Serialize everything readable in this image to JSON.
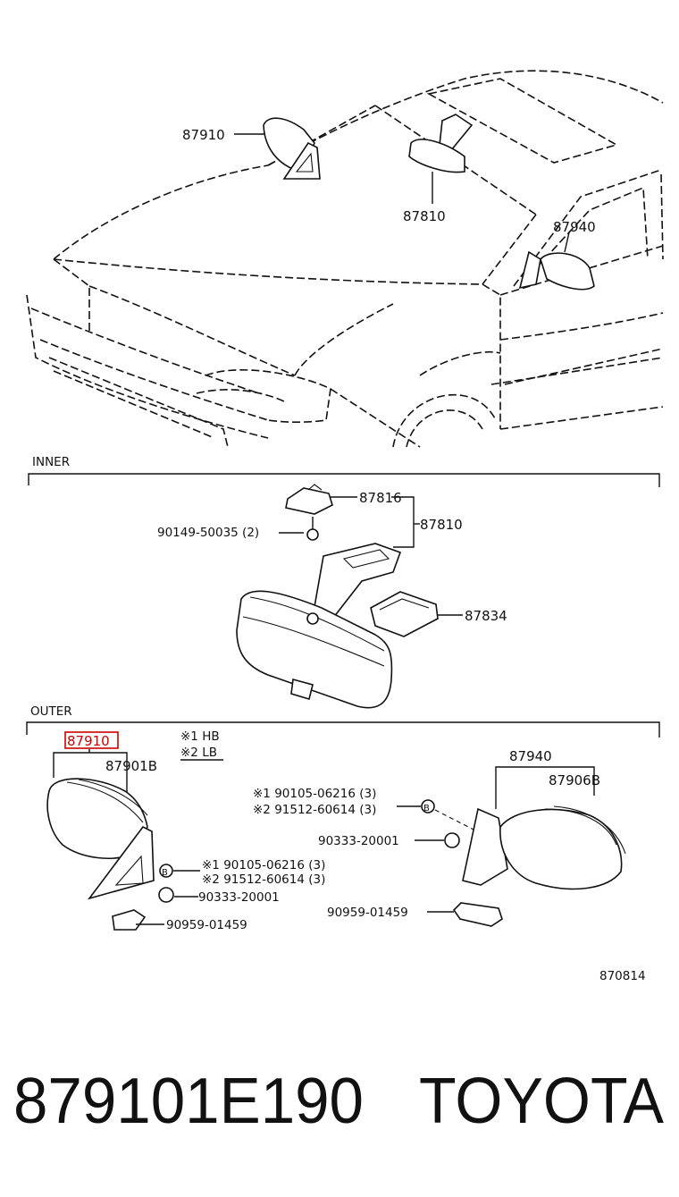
{
  "diagram": {
    "overview_labels": {
      "mirror_left_top": "87910",
      "mirror_inner_top": "87810",
      "mirror_right_top": "87940"
    },
    "inner": {
      "section": "INNER",
      "bracket": "87816",
      "bolt": "90149-50035 (2)",
      "mirror": "87810",
      "cover": "87834"
    },
    "outer": {
      "section": "OUTER",
      "note_1": "※1 HB",
      "note_2": "※2 LB",
      "left_mirror": "87910",
      "left_glass": "87901B",
      "left_screw_1": "※1 90105-06216 (3)",
      "left_screw_2": "※2 91512-60614 (3)",
      "left_plug": "90333-20001",
      "left_clip": "90959-01459",
      "right_mirror": "87940",
      "right_glass": "87906B",
      "right_screw_1": "※1 90105-06216 (3)",
      "right_screw_2": "※2 91512-60614 (3)",
      "right_plug": "90333-20001",
      "right_clip": "90959-01459",
      "screw_badge": "B"
    },
    "drawing_number": "870814",
    "part_number": "879101E190",
    "brand": "TOYOTA",
    "highlight_color": "#cc0000"
  }
}
